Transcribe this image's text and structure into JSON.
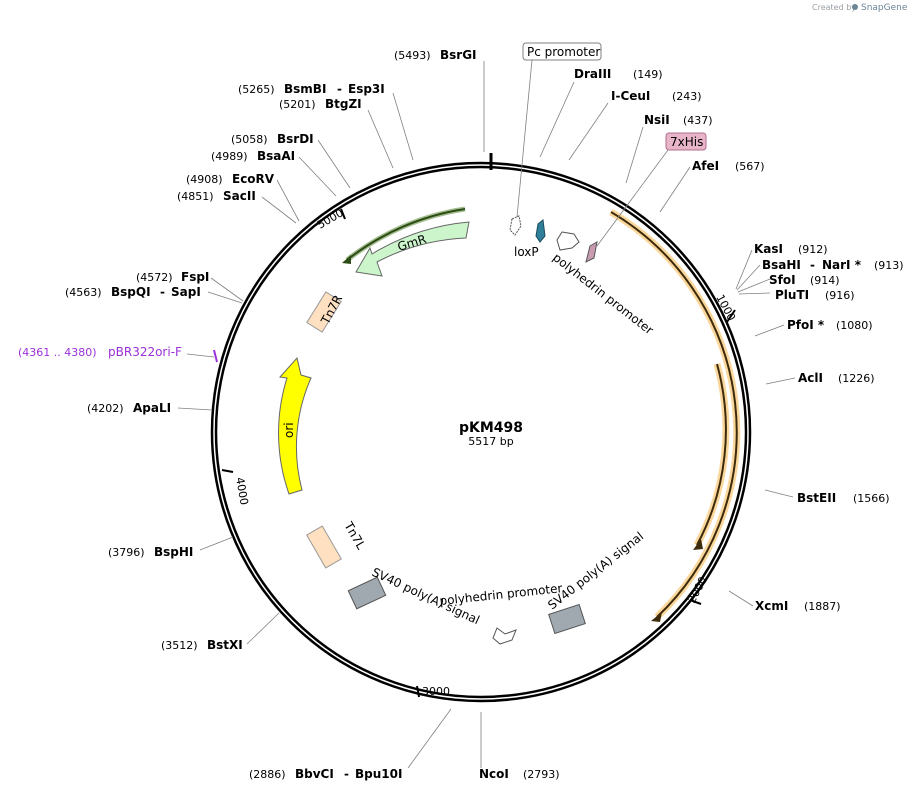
{
  "credit": {
    "prefix": "Created by",
    "brand": "SnapGene"
  },
  "plasmid": {
    "name": "pKM498",
    "length_label": "5517 bp",
    "length": 5517
  },
  "ticks": [
    {
      "pos": 1000,
      "label": "1000"
    },
    {
      "pos": 2000,
      "label": "2000"
    },
    {
      "pos": 3000,
      "label": "3000"
    },
    {
      "pos": 4000,
      "label": "4000"
    },
    {
      "pos": 5000,
      "label": "5000"
    }
  ],
  "sites": [
    {
      "name": "BsrGI",
      "pos": "(5493)"
    },
    {
      "name": "DraIII",
      "pos": "(149)"
    },
    {
      "name": "I-CeuI",
      "pos": "(243)"
    },
    {
      "name": "NsiI",
      "pos": "(437)"
    },
    {
      "name": "AfeI",
      "pos": "(567)"
    },
    {
      "name": "KasI",
      "pos": "(912)"
    },
    {
      "name": "BsaHI",
      "pos": ""
    },
    {
      "name": "NarI *",
      "pos": "(913)"
    },
    {
      "name": "SfoI",
      "pos": "(914)"
    },
    {
      "name": "PluTI",
      "pos": "(916)"
    },
    {
      "name": "PfoI *",
      "pos": "(1080)"
    },
    {
      "name": "AclI",
      "pos": "(1226)"
    },
    {
      "name": "BstEII",
      "pos": "(1566)"
    },
    {
      "name": "XcmI",
      "pos": "(1887)"
    },
    {
      "name": "NcoI",
      "pos": "(2793)"
    },
    {
      "name": "BbvCI",
      "pos": "(2886)"
    },
    {
      "name": "Bpu10I",
      "pos": ""
    },
    {
      "name": "BstXI",
      "pos": "(3512)"
    },
    {
      "name": "BspHI",
      "pos": "(3796)"
    },
    {
      "name": "ApaLI",
      "pos": "(4202)"
    },
    {
      "name": "BspQI",
      "pos": "(4563)"
    },
    {
      "name": "SapI",
      "pos": ""
    },
    {
      "name": "FspI",
      "pos": "(4572)"
    },
    {
      "name": "SacII",
      "pos": "(4851)"
    },
    {
      "name": "EcoRV",
      "pos": "(4908)"
    },
    {
      "name": "BsaAI",
      "pos": "(4989)"
    },
    {
      "name": "BsrDI",
      "pos": "(5058)"
    },
    {
      "name": "BtgZI",
      "pos": "(5201)"
    },
    {
      "name": "BsmBI",
      "pos": "(5265)"
    },
    {
      "name": "Esp3I",
      "pos": ""
    }
  ],
  "separators": {
    "dash": "-"
  },
  "primer": {
    "name": "pBR322ori-F",
    "range": "(4361 .. 4380)",
    "color": "#9b30d9"
  },
  "features": {
    "pc_promoter": "Pc promoter",
    "his_tag": "7xHis",
    "loxp": "loxP",
    "polyhedrin_promoter_1": "polyhedrin promoter",
    "polyhedrin_promoter_2": "polyhedrin promoter",
    "sv40_1": "SV40 poly(A) signal",
    "sv40_2": "SV40 poly(A) signal",
    "gmr": "GmR",
    "tn7r": "Tn7R",
    "tn7l": "Tn7L",
    "ori": "ori"
  },
  "colors": {
    "orf": "#f5a623",
    "gmr": "#ccf5cc",
    "ori": "#ffff00",
    "tn7": "#ffe0c0",
    "sv40": "#a0a8b0",
    "his": "#e8b4c8",
    "loxp": "#2f7f9a",
    "primer": "#9b30d9"
  }
}
